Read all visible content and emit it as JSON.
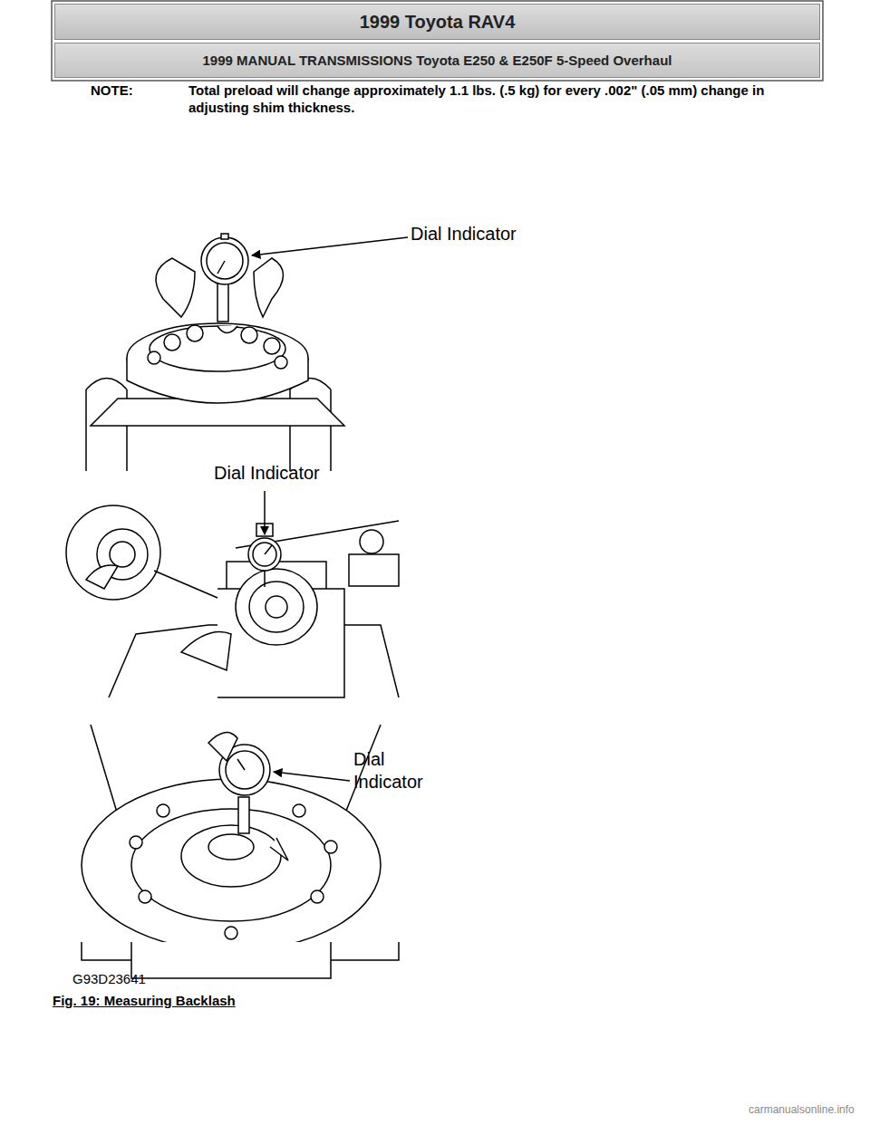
{
  "diagram": {
    "caption": "Fig. 19: Measuring Backlash",
    "nodes": [
      {
        "text": [
          "1999 Toyota RAV4"
        ]
      },
      {
        "text": [
          "1999 MANUAL TRANSMISSIONS Toyota E250 & E250F 5-Speed Overhaul"
        ]
      }
    ],
    "labels": [
      "NOTE:",
      "Total preload will change approximately 1.1 lbs. (.5 kg) for every .002\" (.05 mm) change in adjusting shim thickness.",
      "Dial Indicator",
      "Dial Indicator",
      "Dial Indicator",
      "G93D23641",
      "carmanualsonline.info"
    ]
  }
}
